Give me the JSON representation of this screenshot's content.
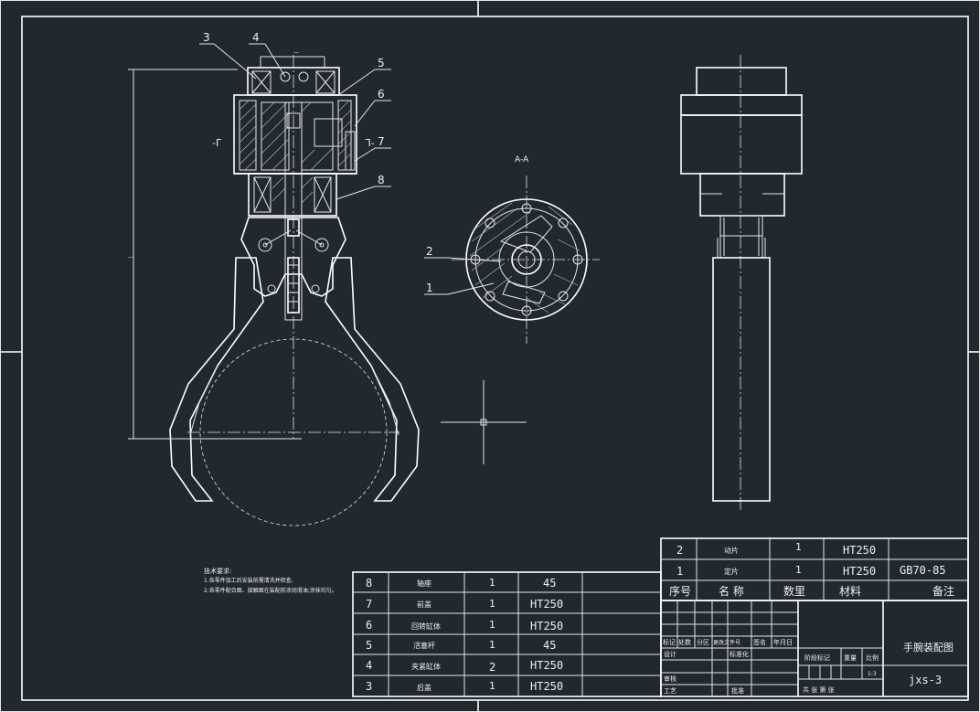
{
  "drawing": {
    "section_label": "A-A",
    "section_mark_left": "-ᒥ",
    "section_mark_right": "ᒣ-",
    "dim_top": "—",
    "dim_left": "—",
    "front_balloons": [
      "3",
      "4",
      "5",
      "6",
      "7",
      "8"
    ],
    "section_balloons": [
      "2",
      "1"
    ]
  },
  "notes": {
    "title": "技术要求:",
    "line1": "1.各零件加工后安装前需清洗并检查,",
    "line2": "2.各零件配合面、接触面在装配前涂润滑油;涂抹均匀。"
  },
  "top_parts_table": {
    "rows": [
      {
        "no": "2",
        "name": "动片",
        "qty": "1",
        "material": "HT250",
        "remark": ""
      },
      {
        "no": "1",
        "name": "定片",
        "qty": "1",
        "material": "HT250",
        "remark": "GB70-85"
      }
    ],
    "header": {
      "no": "序号",
      "name": "名 称",
      "qty": "数里",
      "material": "材料",
      "remark": "备注"
    }
  },
  "left_parts_table": {
    "rows": [
      {
        "no": "8",
        "name": "轴座",
        "qty": "1",
        "material": "45"
      },
      {
        "no": "7",
        "name": "前盖",
        "qty": "1",
        "material": "HT250"
      },
      {
        "no": "6",
        "name": "回转缸体",
        "qty": "1",
        "material": "HT250"
      },
      {
        "no": "5",
        "name": "活塞杆",
        "qty": "1",
        "material": "45"
      },
      {
        "no": "4",
        "name": "夹紧缸体",
        "qty": "2",
        "material": "HT250"
      },
      {
        "no": "3",
        "name": "后盖",
        "qty": "1",
        "material": "HT250"
      }
    ]
  },
  "title_block": {
    "rev_headers": [
      "标记",
      "处数",
      "分区",
      "更改文件号",
      "签名",
      "年月日"
    ],
    "design": "设计",
    "standardize": "标准化",
    "review": "审核",
    "process": "工艺",
    "approve": "批准",
    "stage": "阶段标记",
    "weight": "重量",
    "ratio": "比例",
    "scale": "1:3",
    "sheets": "共  张  第  张",
    "drawing_name": "手腕装配图",
    "drawing_no": "jxs-3"
  }
}
